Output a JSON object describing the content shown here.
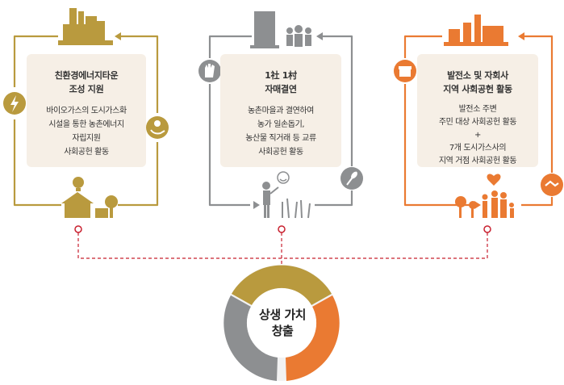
{
  "colors": {
    "gold": "#b99a3e",
    "gray": "#8d8f91",
    "orange": "#ea7a32",
    "red_dashed": "#c8202f",
    "card_bg": "#f6efe6"
  },
  "cards": [
    {
      "title_lines": [
        "친환경에너지타운",
        "조성 지원"
      ],
      "body_lines": [
        "바이오가스의 도시가스화",
        "시설을 통한 농촌에너지",
        "자립지원",
        "사회공헌 활동"
      ],
      "icons": [
        "factory-icon",
        "house-with-lightbulb-icon",
        "lightning-icon",
        "hand-plant-icon"
      ]
    },
    {
      "title_lines": [
        "1社 1村",
        "자매결연"
      ],
      "body_lines": [
        "농촌마을과 결연하여",
        "농가 일손돕기,",
        "농산물 직거래 등 교류",
        "사회공헌 활동"
      ],
      "icons": [
        "office-building-people-icon",
        "farmer-field-icon",
        "glove-icon",
        "wheat-icon"
      ]
    },
    {
      "title_lines": [
        "발전소 및 자회사",
        "지역 사회공헌 활동"
      ],
      "body_lines": [
        "발전소 주변",
        "주민 대상 사회공헌 활동",
        "+",
        "7개 도시가스사의",
        "지역 거점 사회공헌 활동"
      ],
      "icons": [
        "power-plant-icon",
        "family-heart-icon",
        "gift-icon",
        "handshake-icon"
      ]
    }
  ],
  "center": {
    "label_lines": [
      "상생 가치",
      "창출"
    ]
  }
}
